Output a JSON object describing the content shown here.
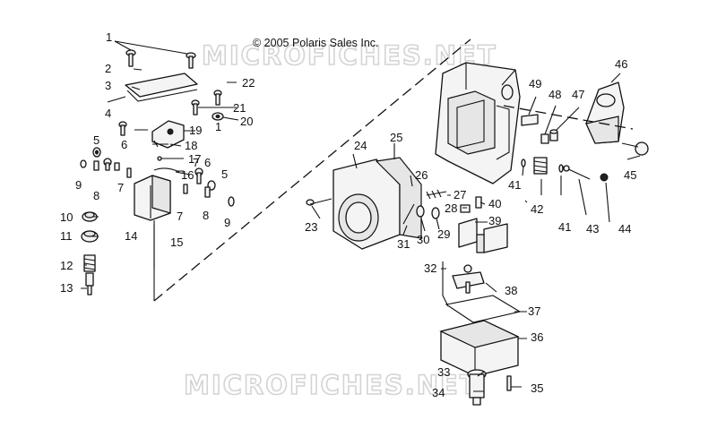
{
  "copyright": "© 2005 Polaris Sales Inc.",
  "watermarks": [
    "MICROFICHES.NET",
    "MICROFICHES.NET"
  ],
  "callouts": [
    {
      "id": "c1",
      "text": "1"
    },
    {
      "id": "c1b",
      "text": "1"
    },
    {
      "id": "c2",
      "text": "2"
    },
    {
      "id": "c3",
      "text": "3"
    },
    {
      "id": "c4",
      "text": "4"
    },
    {
      "id": "c5a",
      "text": "5"
    },
    {
      "id": "c5b",
      "text": "5"
    },
    {
      "id": "c6a",
      "text": "6"
    },
    {
      "id": "c6b",
      "text": "6"
    },
    {
      "id": "c7a",
      "text": "7"
    },
    {
      "id": "c7b",
      "text": "7"
    },
    {
      "id": "c7c",
      "text": "7"
    },
    {
      "id": "c8a",
      "text": "8"
    },
    {
      "id": "c8b",
      "text": "8"
    },
    {
      "id": "c9a",
      "text": "9"
    },
    {
      "id": "c9b",
      "text": "9"
    },
    {
      "id": "c10",
      "text": "10"
    },
    {
      "id": "c11",
      "text": "11"
    },
    {
      "id": "c12",
      "text": "12"
    },
    {
      "id": "c13",
      "text": "13"
    },
    {
      "id": "c14",
      "text": "14"
    },
    {
      "id": "c15",
      "text": "15"
    },
    {
      "id": "c16",
      "text": "16"
    },
    {
      "id": "c17",
      "text": "17"
    },
    {
      "id": "c18",
      "text": "18"
    },
    {
      "id": "c19",
      "text": "19"
    },
    {
      "id": "c20",
      "text": "20"
    },
    {
      "id": "c21",
      "text": "21"
    },
    {
      "id": "c22",
      "text": "22"
    },
    {
      "id": "c23",
      "text": "23"
    },
    {
      "id": "c24",
      "text": "24"
    },
    {
      "id": "c25",
      "text": "25"
    },
    {
      "id": "c26",
      "text": "26"
    },
    {
      "id": "c27",
      "text": "27"
    },
    {
      "id": "c28",
      "text": "28"
    },
    {
      "id": "c29",
      "text": "29"
    },
    {
      "id": "c30",
      "text": "30"
    },
    {
      "id": "c31",
      "text": "31"
    },
    {
      "id": "c32",
      "text": "32"
    },
    {
      "id": "c33",
      "text": "33"
    },
    {
      "id": "c34",
      "text": "34"
    },
    {
      "id": "c35",
      "text": "35"
    },
    {
      "id": "c36",
      "text": "36"
    },
    {
      "id": "c37",
      "text": "37"
    },
    {
      "id": "c38",
      "text": "38"
    },
    {
      "id": "c39",
      "text": "39"
    },
    {
      "id": "c40",
      "text": "40"
    },
    {
      "id": "c41a",
      "text": "41"
    },
    {
      "id": "c41b",
      "text": "41"
    },
    {
      "id": "c42",
      "text": "42"
    },
    {
      "id": "c43",
      "text": "43"
    },
    {
      "id": "c44",
      "text": "44"
    },
    {
      "id": "c45",
      "text": "45"
    },
    {
      "id": "c46",
      "text": "46"
    },
    {
      "id": "c47",
      "text": "47"
    },
    {
      "id": "c48",
      "text": "48"
    },
    {
      "id": "c49",
      "text": "49"
    }
  ]
}
